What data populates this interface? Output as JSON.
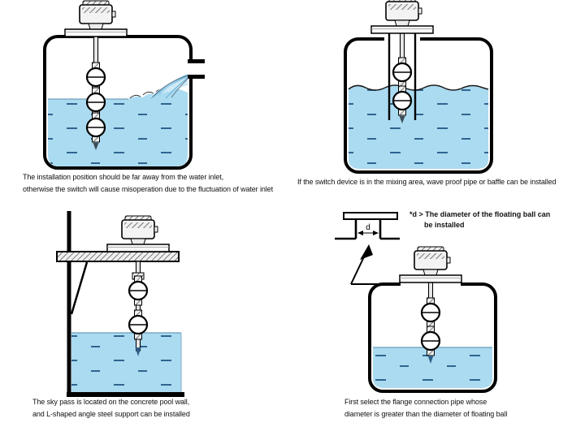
{
  "colors": {
    "water": "#abdbf0",
    "water_dash": "#2f6490",
    "outline": "#000000",
    "splash": "#7fbede",
    "device_fill": "#f3f3f3",
    "tip": "#2e5f86"
  },
  "panels": {
    "top_left": {
      "caption_line1": "The installation position should be far away from the water inlet,",
      "caption_line2": "otherwise the switch will cause misoperation due to the fluctuation of water inlet"
    },
    "top_right": {
      "caption": "If the switch device is in the mixing area, wave proof pipe or baffle can be installed"
    },
    "bottom_left": {
      "caption_line1": "The sky pass is located on the concrete pool wall,",
      "caption_line2": "and L-shaped angle steel support can be installed"
    },
    "bottom_right": {
      "caption_line1": "First select the flange connection pipe whose",
      "caption_line2": "diameter is greater than the diameter of floating ball",
      "note_line1": "*d > The diameter of the floating ball can",
      "note_line2": "be installed",
      "dimension_label": "d"
    }
  }
}
